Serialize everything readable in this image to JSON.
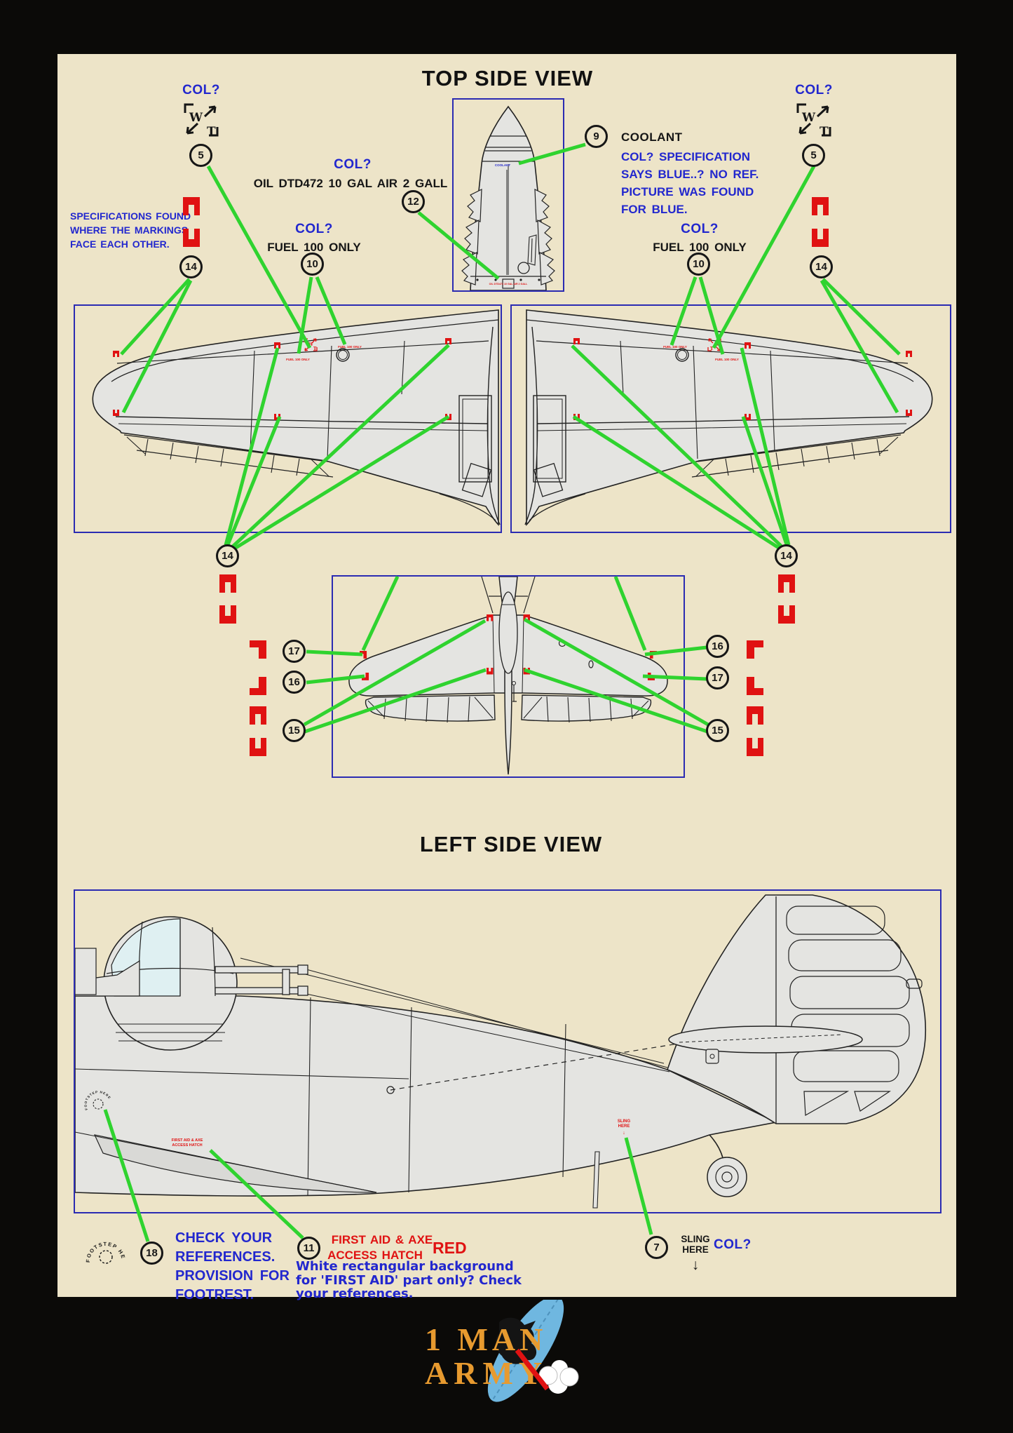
{
  "titles": {
    "top": "TOP SIDE VIEW",
    "side": "LEFT SIDE VIEW"
  },
  "badges": {
    "n5": "5",
    "n7": "7",
    "n9": "9",
    "n10": "10",
    "n11": "11",
    "n12": "12",
    "n14": "14",
    "n15": "15",
    "n16": "16",
    "n17": "17",
    "n18": "18"
  },
  "labels": {
    "colq": "COL?",
    "wt_w": "W",
    "wt_t": "T",
    "oil_line": "OIL DTD472 10 GAL AIR 2 GALL",
    "fuel_line": "FUEL 100 ONLY",
    "coolant_title": "COOLANT",
    "coolant_note": [
      "COL? SPECIFICATION",
      "SAYS BLUE..? NO REF.",
      "PICTURE WAS FOUND",
      "FOR BLUE."
    ],
    "specs_note": [
      "SPECIFICATIONS FOUND",
      "WHERE THE MARKINGS",
      "FACE EACH OTHER."
    ],
    "footrest_note": [
      "CHECK YOUR",
      "REFERENCES.",
      "PROVISION FOR",
      "FOOTREST."
    ],
    "first_aid_1": "FIRST AID & AXE",
    "first_aid_2": "ACCESS HATCH",
    "red_word": "RED",
    "first_aid_note": [
      "White rectangular background",
      "for 'FIRST AID' part only? Check",
      "your references."
    ],
    "sling_1": "SLING",
    "sling_2": "HERE",
    "down_arrow": "↓",
    "footstep_ring": "FOOTSTEP HERE"
  },
  "stencils": {
    "coolant": "COOLANT",
    "fuel": "FUEL 100 ONLY",
    "oil": "OIL DTD472 10 GAL AIR 2 GALL",
    "first_aid_a": "FIRST AID & AXE",
    "first_aid_b": "ACCESS HATCH",
    "sling_a": "SLING",
    "sling_b": "HERE"
  },
  "logo": {
    "top": "1 MAN",
    "bottom": "ARMY"
  },
  "colors": {
    "background": "#0B0A08",
    "paper": "#EDE4C8",
    "frame": "#2B2BB2",
    "blue_text": "#2227CE",
    "red": "#E01212",
    "green": "#2FD32F",
    "ink": "#161616",
    "metal": "#E4E4E1",
    "glass": "#DFF0F2",
    "logo_orange": "#E79A2F",
    "feather_blue": "#6FB7E0"
  }
}
